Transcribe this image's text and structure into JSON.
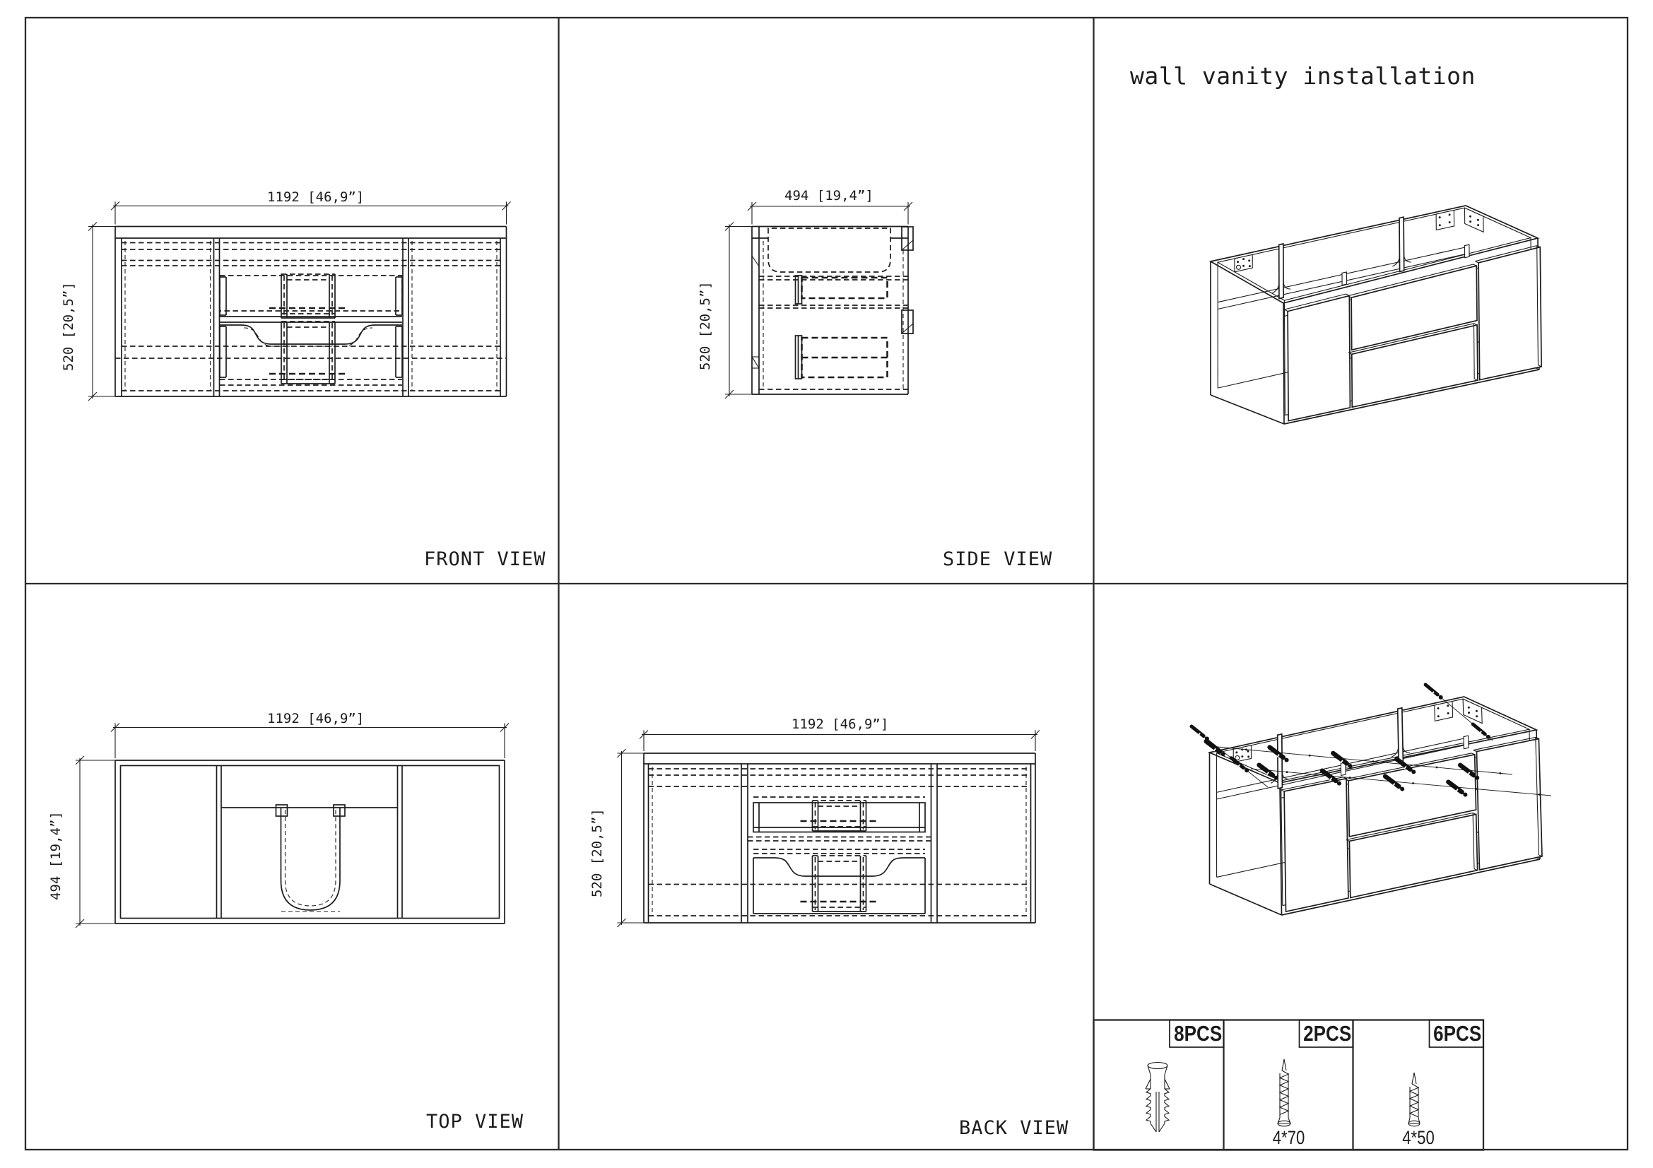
{
  "sheet": {
    "background": "#ffffff",
    "line_color": "#1c1c1c"
  },
  "views": {
    "front": {
      "label": "FRONT VIEW",
      "width_dim": "1192 [46,9”]",
      "height_dim": "520 [20,5”]"
    },
    "side": {
      "label": "SIDE VIEW",
      "width_dim": "494 [19,4”]",
      "height_dim": "520 [20,5”]"
    },
    "top": {
      "label": "TOP VIEW",
      "width_dim": "1192 [46,9”]",
      "height_dim": "494 [19,4”]"
    },
    "back": {
      "label": "BACK VIEW",
      "width_dim": "1192 [46,9”]",
      "height_dim": "520 [20,5”]"
    }
  },
  "installation": {
    "title": "wall vanity installation"
  },
  "parts_table": {
    "items": [
      {
        "qty_label": "8PCS",
        "icon": "wall-anchor-icon",
        "size_label": ""
      },
      {
        "qty_label": "2PCS",
        "icon": "screw-long-icon",
        "size_label": "4*70"
      },
      {
        "qty_label": "6PCS",
        "icon": "screw-short-icon",
        "size_label": "4*50"
      }
    ]
  }
}
